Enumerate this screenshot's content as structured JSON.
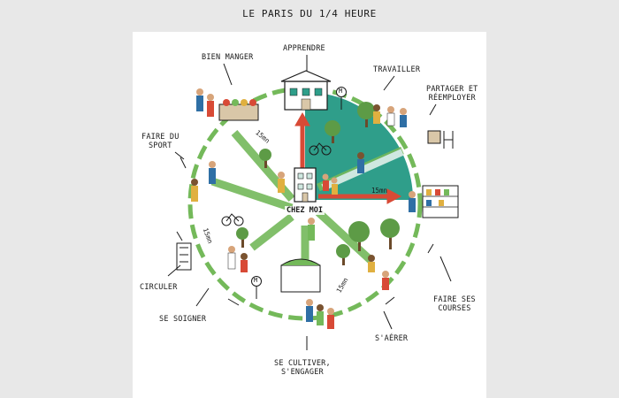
{
  "title": "LE PARIS DU 1/4 HEURE",
  "center": "CHEZ MOI",
  "duration": "15mn",
  "categories": {
    "bien_manger": "BIEN MANGER",
    "apprendre": "APPRENDRE",
    "travailler": "TRAVAILLER",
    "partager": "PARTAGER ET\nRÉEMPLOYER",
    "faire_du_sport": "FAIRE DU\nSPORT",
    "circuler": "CIRCULER",
    "se_soigner": "SE SOIGNER",
    "se_cultiver": "SE CULTIVER,\nS'ENGAGER",
    "s_aerer": "S'AÉRER",
    "faire_ses_courses": "FAIRE SES\nCOURSES"
  },
  "metro_symbol": "M",
  "colors": {
    "teal": "#2f9e8a",
    "light_teal": "#cfe8e0",
    "red_arrow": "#d84a36",
    "green_path": "#74b95a",
    "ink": "#1a1a1a",
    "tree": "#5d9b46"
  }
}
